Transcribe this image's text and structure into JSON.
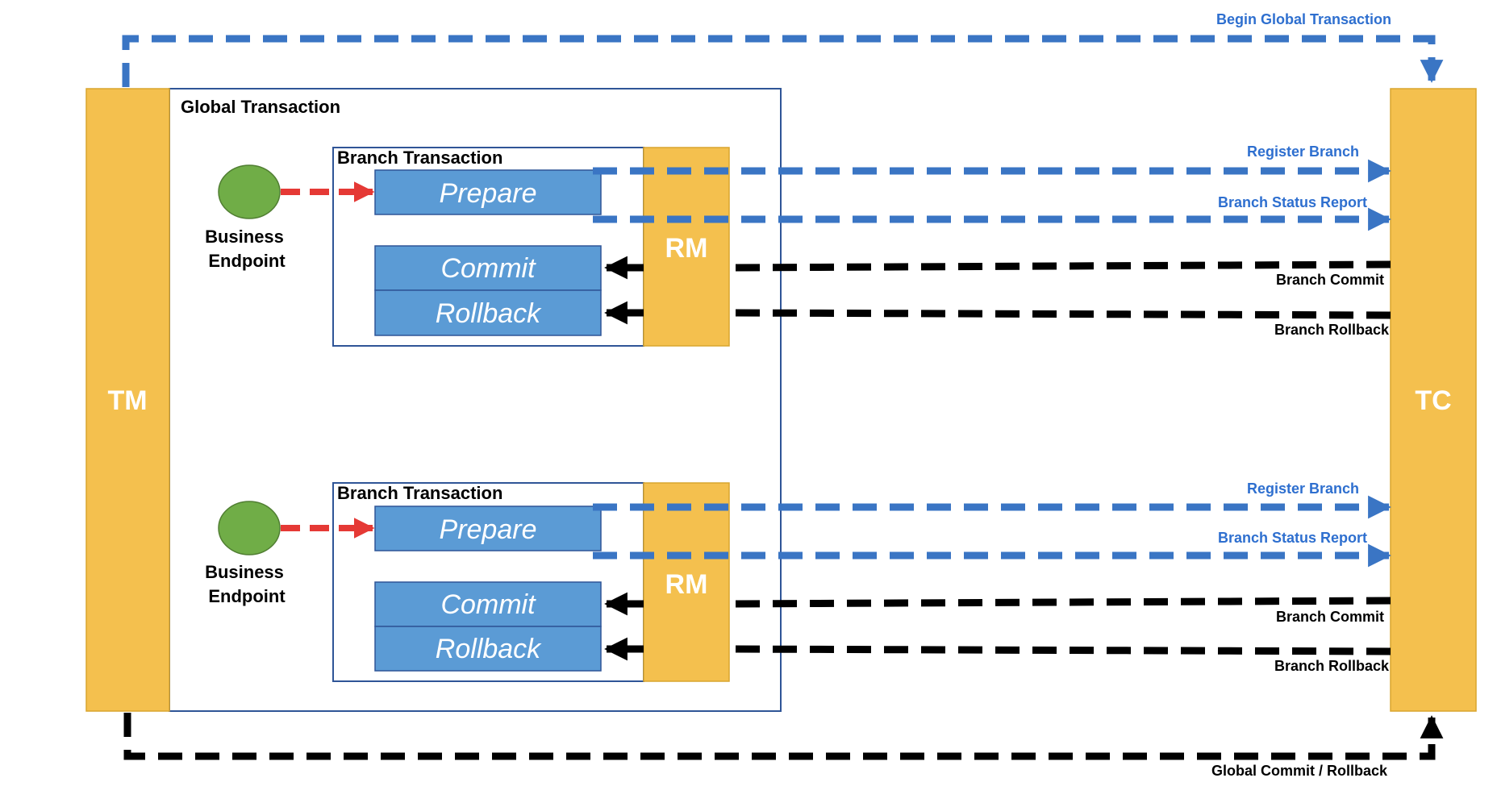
{
  "components": {
    "tm": "TM",
    "tc": "TC",
    "rm": "RM"
  },
  "global_transaction": {
    "title": "Global Transaction"
  },
  "branches": [
    {
      "title": "Branch Transaction",
      "endpoint": [
        "Business",
        "Endpoint"
      ],
      "ops": [
        "Prepare",
        "Commit",
        "Rollback"
      ],
      "rm": "RM"
    },
    {
      "title": "Branch Transaction",
      "endpoint": [
        "Business",
        "Endpoint"
      ],
      "ops": [
        "Prepare",
        "Commit",
        "Rollback"
      ],
      "rm": "RM"
    }
  ],
  "messages": {
    "begin_global": "Begin Global Transaction",
    "register_branch": "Register Branch",
    "branch_status_report": "Branch Status Report",
    "branch_commit": "Branch Commit",
    "branch_rollback": "Branch Rollback",
    "global_commit_rollback": "Global Commit / Rollback"
  },
  "colors": {
    "component_fill": "#F4C04E",
    "component_stroke": "#D9A52F",
    "op_fill": "#5B9BD5",
    "op_stroke": "#2F5597",
    "endpoint_fill": "#70AD47",
    "endpoint_stroke": "#507E32",
    "container_stroke": "#2F5597",
    "blue_arrow": "#3A75C4",
    "black_arrow": "#000000",
    "red_arrow": "#E53935",
    "blue_label": "#2E6FCF"
  }
}
